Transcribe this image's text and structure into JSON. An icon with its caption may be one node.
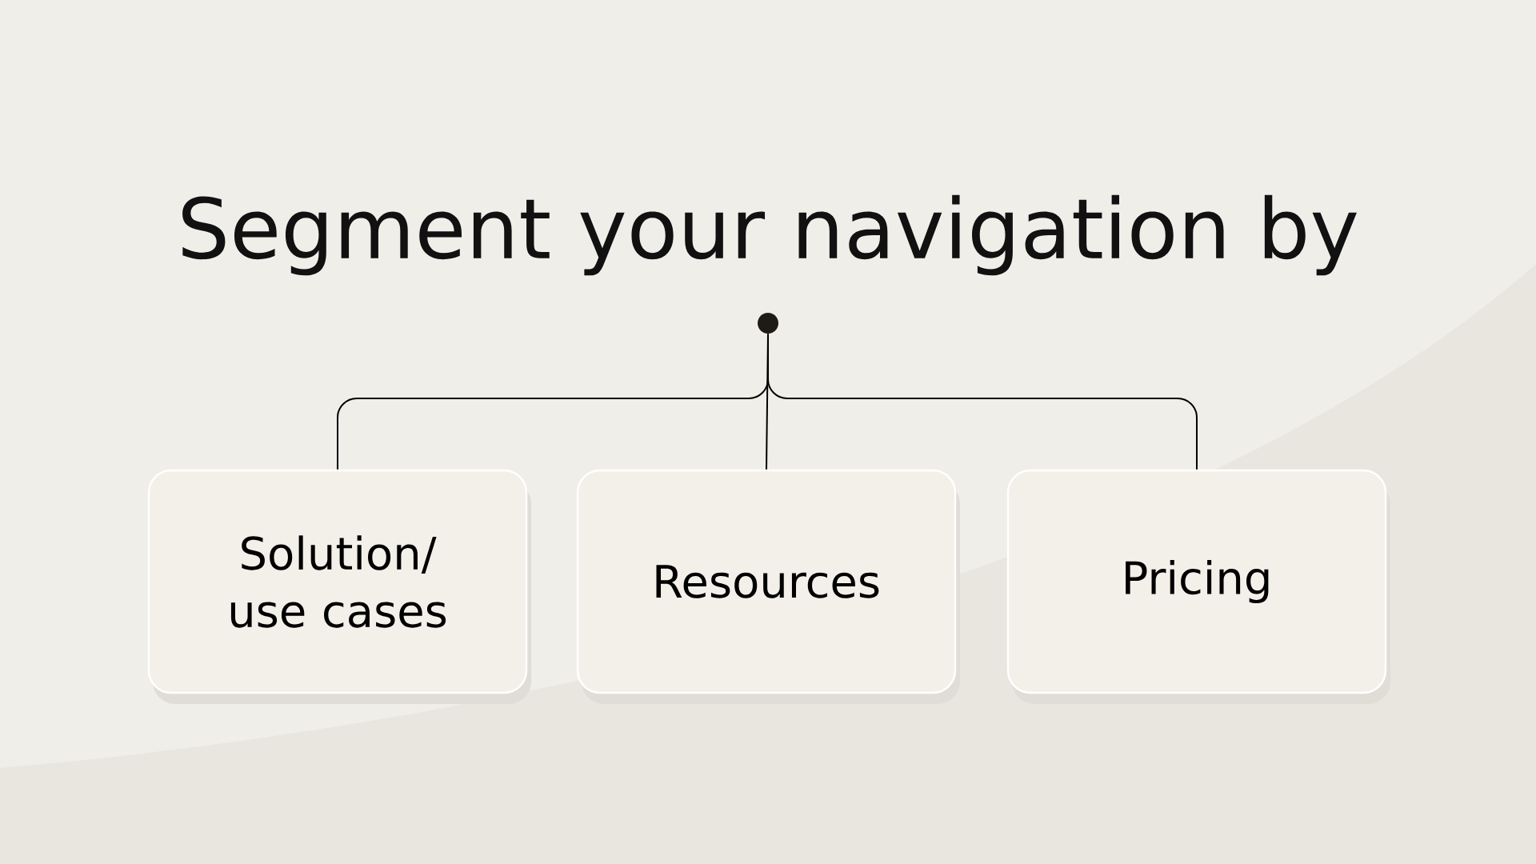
{
  "diagram": {
    "title": "Segment your navigation by",
    "nodes": [
      {
        "text": [],
        "shape": "circle"
      },
      {
        "text": [
          "Solution/ use cases"
        ]
      },
      {
        "text": [
          "Resources"
        ]
      },
      {
        "text": [
          "Pricing"
        ]
      }
    ],
    "edges": [
      {
        "from": 0,
        "to": 1,
        "arrow": "none"
      },
      {
        "from": 0,
        "to": 2,
        "arrow": "none"
      },
      {
        "from": 0,
        "to": 3,
        "arrow": "none"
      }
    ]
  }
}
